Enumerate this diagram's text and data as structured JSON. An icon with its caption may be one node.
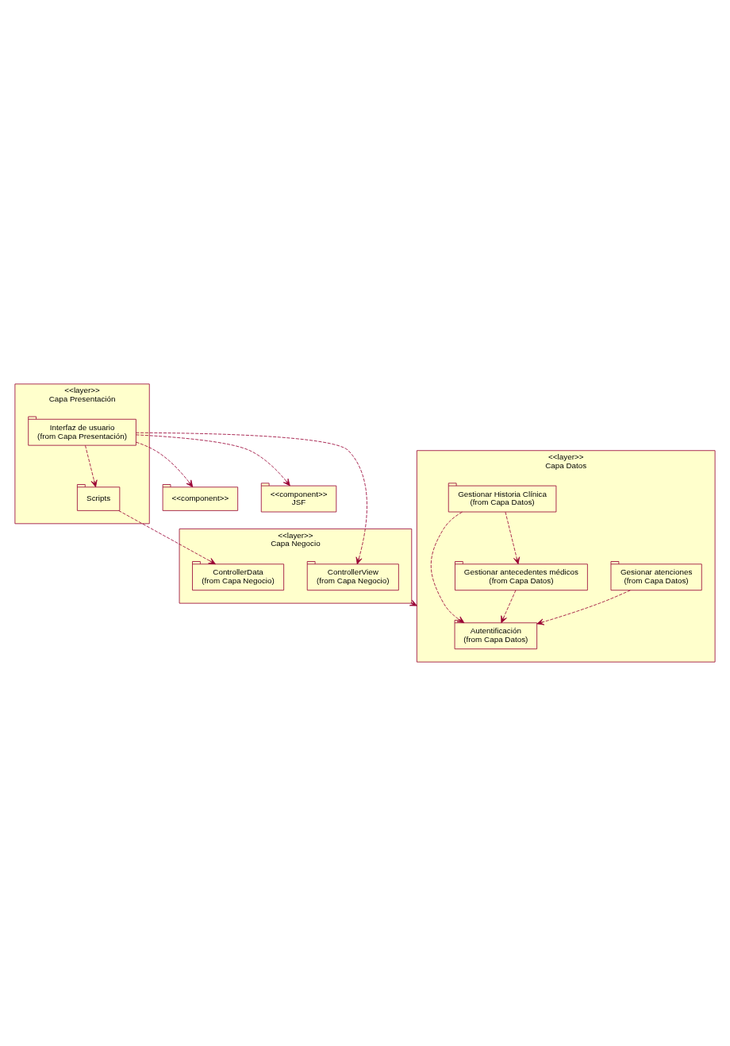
{
  "diagram": {
    "nodes": [
      {
        "text": [
          "<<component>>"
        ]
      },
      {
        "text": [
          "<<component>>",
          "JSF"
        ]
      },
      {
        "text": [
          "<<layer>>",
          "Capa Presentación"
        ]
      },
      {
        "text": [
          "Interfaz de usuario",
          "(from Capa Presentación)"
        ],
        "in": 2
      },
      {
        "text": [
          "Scripts"
        ],
        "in": 2
      },
      {
        "text": [
          "<<layer>>",
          "Capa Negocio"
        ]
      },
      {
        "text": [
          "ControllerView",
          "(from Capa Negocio)"
        ],
        "in": 5
      },
      {
        "text": [
          "ControllerData",
          "(from Capa Negocio)"
        ],
        "in": 5
      },
      {
        "text": [
          "<<layer>>",
          "Capa Datos"
        ]
      },
      {
        "text": [
          "Autentificación",
          "(from Capa Datos)"
        ],
        "in": 8
      },
      {
        "text": [
          "Gesionar atenciones",
          "(from Capa Datos)"
        ],
        "in": 8
      },
      {
        "text": [
          "Gestionar antecedentes médicos",
          "(from Capa Datos)"
        ],
        "in": 8
      },
      {
        "text": [
          "Gestionar Historia Clínica",
          "(from Capa Datos)"
        ],
        "in": 8
      }
    ],
    "edges": [
      {
        "from": 3,
        "to": 0,
        "arrow": "to",
        "style": "dashed"
      },
      {
        "from": 3,
        "to": 1,
        "arrow": "to",
        "style": "dashed"
      },
      {
        "from": 3,
        "to": 4,
        "arrow": "to",
        "style": "dashed"
      },
      {
        "from": 3,
        "to": 6,
        "arrow": "to",
        "style": "dashed"
      },
      {
        "from": 4,
        "to": 7,
        "arrow": "to",
        "style": "dashed"
      },
      {
        "from": 5,
        "to": 8,
        "arrow": "to",
        "style": "dashed"
      },
      {
        "from": 10,
        "to": 9,
        "arrow": "to",
        "style": "dashed"
      },
      {
        "from": 12,
        "to": 9,
        "arrow": "to",
        "style": "dashed"
      },
      {
        "from": 11,
        "to": 9,
        "arrow": "to",
        "style": "dashed"
      },
      {
        "from": 12,
        "to": 11,
        "arrow": "to",
        "style": "dashed"
      }
    ]
  }
}
